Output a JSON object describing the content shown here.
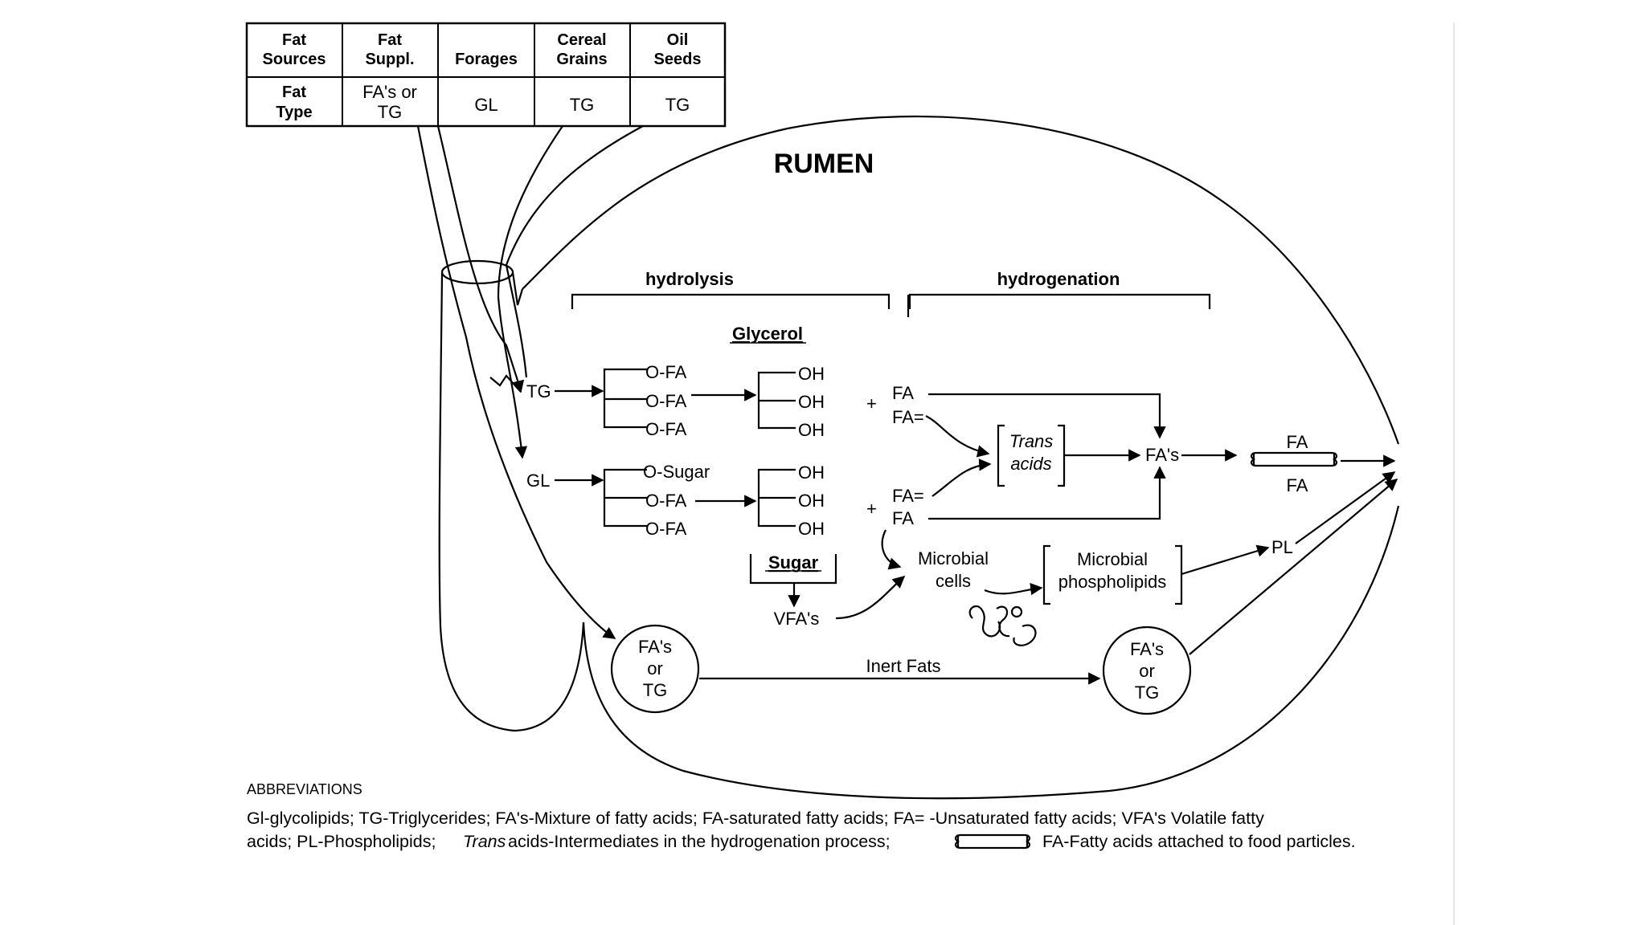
{
  "colors": {
    "ink": "#000000",
    "paper": "#ffffff",
    "rule": "#e6e6e6"
  },
  "table": {
    "row_headers": [
      [
        "Fat",
        "Sources"
      ],
      [
        "Fat",
        "Type"
      ]
    ],
    "columns": [
      {
        "head": [
          "Fat",
          "Suppl."
        ],
        "type": [
          "FA's or",
          "TG"
        ]
      },
      {
        "head": [
          "Forages"
        ],
        "type": [
          "GL"
        ]
      },
      {
        "head": [
          "Cereal",
          "Grains"
        ],
        "type": [
          "TG"
        ]
      },
      {
        "head": [
          "Oil",
          "Seeds"
        ],
        "type": [
          "TG"
        ]
      }
    ]
  },
  "diagram": {
    "title": "RUMEN",
    "hydrolysis": "hydrolysis",
    "hydrogenation": "hydrogenation",
    "glycerol": "Glycerol",
    "tg": "TG",
    "gl": "GL",
    "o_fa": "O-FA",
    "o_sugar": "O-Sugar",
    "oh": "OH",
    "plus": "+",
    "fa": "FA",
    "fa_unsat": "FA=",
    "trans": "Trans",
    "acids": "acids",
    "fas": "FA's",
    "sugar": "Sugar",
    "vfas": "VFA's",
    "microbial_cells": [
      "Microbial",
      "cells"
    ],
    "microbial_phospholipids": [
      "Microbial",
      "phospholipids"
    ],
    "pl": "PL",
    "circle": [
      "FA's",
      "or",
      "TG"
    ],
    "inert_fats": "Inert Fats"
  },
  "abbreviations": {
    "heading": "ABBREVIATIONS",
    "line1": "Gl-glycolipids; TG-Triglycerides; FA's-Mixture of fatty acids; FA-saturated fatty acids; FA= -Unsaturated fatty acids; VFA's Volatile fatty",
    "line2_a": "acids; PL-Phospholipids; ",
    "line2_trans": "Trans",
    "line2_b": " acids-Intermediates in the hydrogenation process;",
    "line2_c": "FA-Fatty acids attached to food particles."
  }
}
